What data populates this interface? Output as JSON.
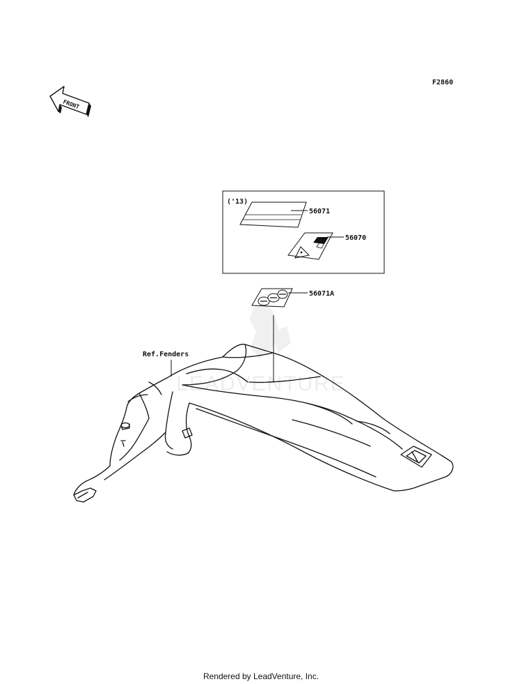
{
  "diagram": {
    "figure_code": "F2860",
    "front_arrow": "FRONT",
    "box_note": "('13)",
    "parts": [
      {
        "number": "56071"
      },
      {
        "number": "56070"
      },
      {
        "number": "56071A"
      }
    ],
    "reference": "Ref.Fenders",
    "watermark": "LEADVENTURE",
    "footer": "Rendered by LeadVenture, Inc."
  }
}
